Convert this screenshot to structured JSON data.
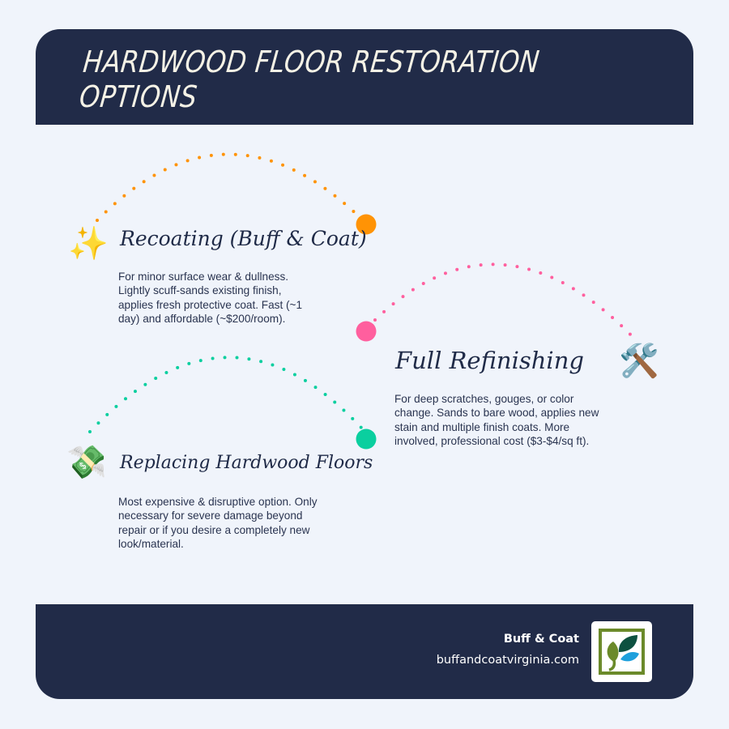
{
  "header": {
    "title": "HARDWOOD FLOOR RESTORATION OPTIONS"
  },
  "options": [
    {
      "title": "Recoating (Buff & Coat)",
      "icon": "sparkles-icon",
      "emoji": "✨",
      "color": "#ff9305",
      "description": "For minor surface wear & dullness. Lightly scuff-sands existing finish, applies fresh protective coat. Fast (~1 day) and affordable (~$200/room)."
    },
    {
      "title": "Full Refinishing",
      "icon": "hammer-and-wrench-icon",
      "emoji": "🛠️",
      "color": "#ff5f9e",
      "description": "For deep scratches, gouges, or color change. Sands to bare wood, applies new stain and multiple finish coats. More involved, professional cost ($3-$4/sq ft)."
    },
    {
      "title": "Replacing Hardwood Floors",
      "icon": "money-with-wings-icon",
      "emoji": "💸",
      "color": "#0acf9f",
      "description": "Most expensive & disruptive option. Only necessary for severe damage beyond repair or if you desire a completely new look/material."
    }
  ],
  "footer": {
    "brand_name": "Buff & Coat",
    "url": "buffandcoatvirginia.com"
  },
  "colors": {
    "background": "#f0f4fb",
    "panel": "#212b48",
    "text": "#1f2a47"
  }
}
